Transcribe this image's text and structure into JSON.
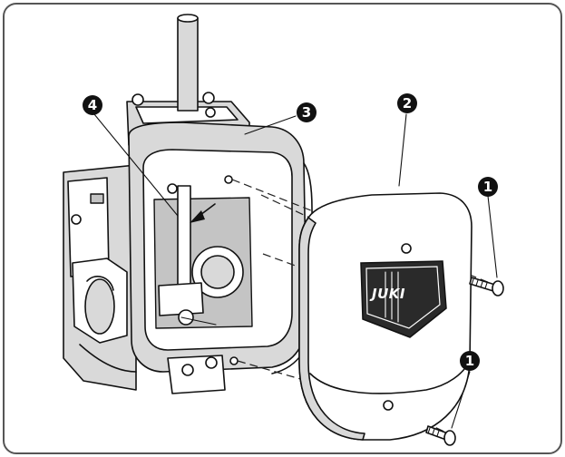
{
  "labels": {
    "screw_upper": "1",
    "screw_lower": "1",
    "face_cover": "2",
    "top_cover": "3",
    "needle_bar": "4"
  },
  "cover_logo": "JUKI",
  "colors": {
    "frame_border": "#555555",
    "background": "#ffffff",
    "line": "#111111",
    "shade": "#d9d9d9",
    "label_fill": "#111111"
  }
}
